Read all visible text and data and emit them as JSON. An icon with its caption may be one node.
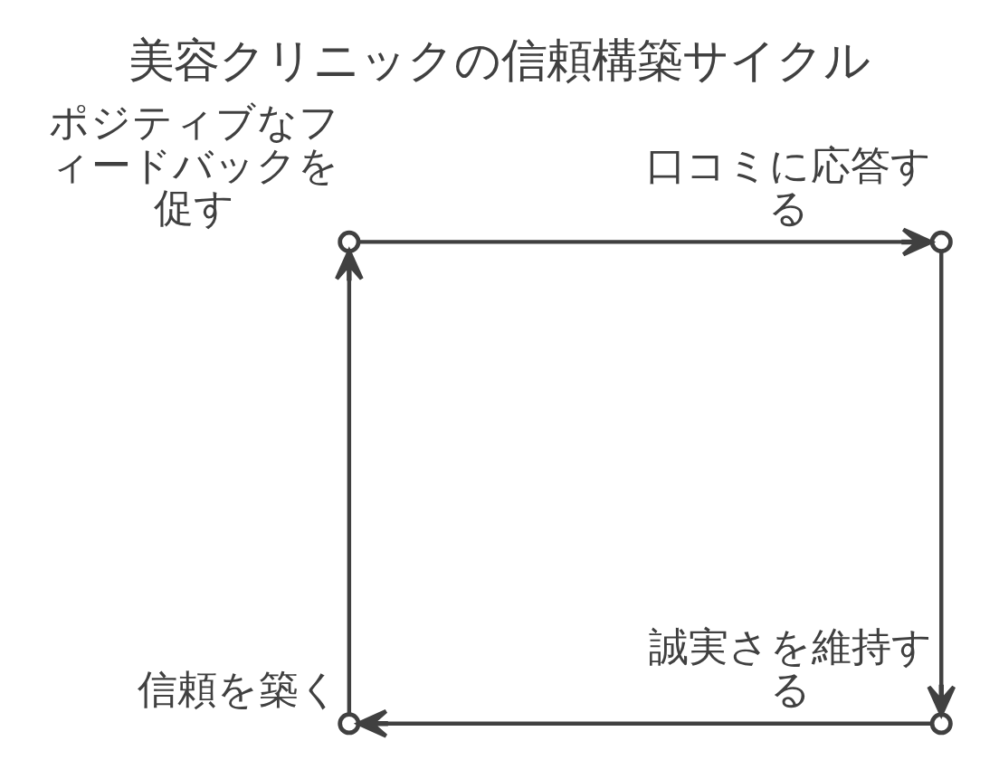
{
  "diagram": {
    "title": "美容クリニックの信頼構築サイクル",
    "nodes": [
      {
        "text": [],
        "shape": "circle",
        "beside": [
          "口コミに応答する"
        ]
      },
      {
        "text": [],
        "shape": "circle",
        "beside": [
          "ポジティブなフィードバックを促す"
        ]
      },
      {
        "text": [],
        "shape": "circle",
        "beside": [
          "誠実さを維持する"
        ]
      },
      {
        "text": [],
        "shape": "circle",
        "beside": [
          "信頼を築く"
        ]
      }
    ],
    "edges": [
      {
        "from": 0,
        "to": 2,
        "arrow": "to"
      },
      {
        "from": 2,
        "to": 3,
        "arrow": "to"
      },
      {
        "from": 3,
        "to": 1,
        "arrow": "to"
      },
      {
        "from": 1,
        "to": 0,
        "arrow": "to"
      }
    ]
  }
}
